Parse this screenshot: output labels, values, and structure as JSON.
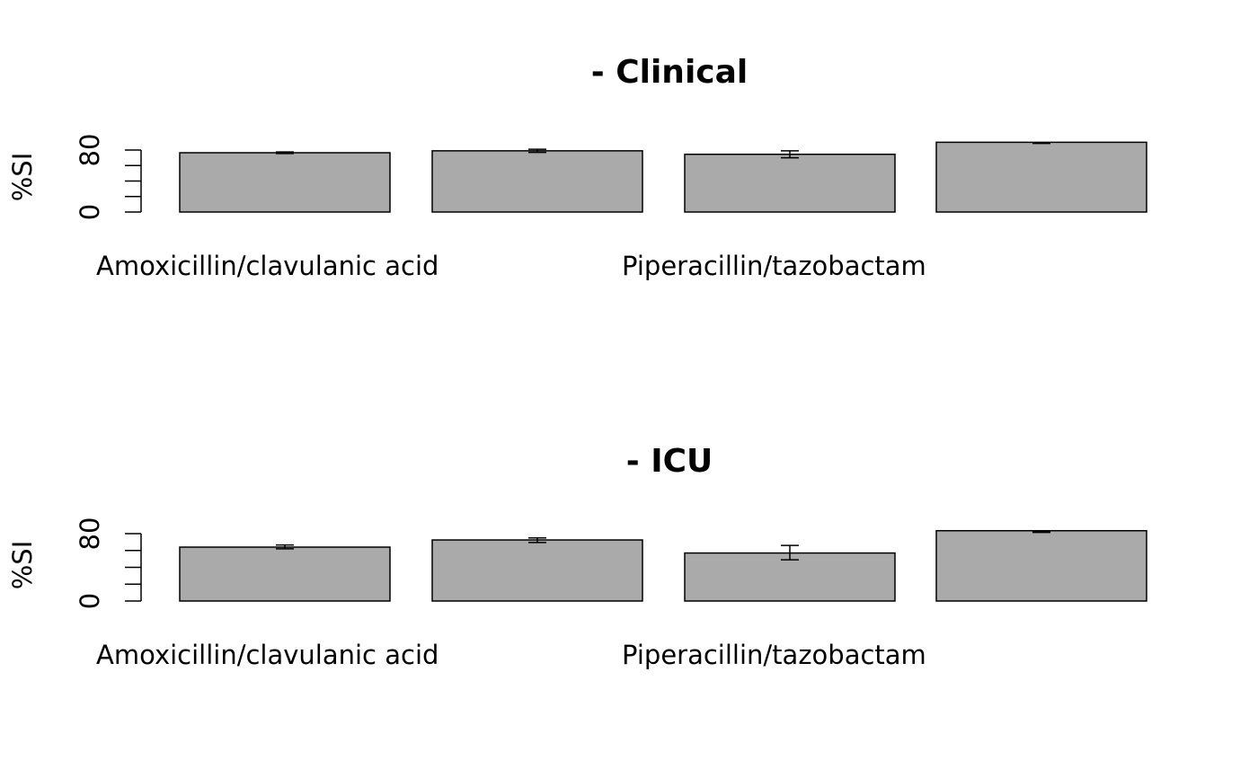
{
  "chart_data": [
    {
      "type": "bar",
      "title": "- Clinical",
      "ylabel": "%SI",
      "ylim": [
        0,
        80
      ],
      "yticks": [
        "0",
        "80"
      ],
      "categories": [
        "Amoxicillin/clavulanic acid",
        "",
        "Piperacillin/tazobactam",
        ""
      ],
      "values": [
        76.5,
        79,
        74.5,
        90
      ],
      "errors": [
        [
          75.5,
          77.5
        ],
        [
          77,
          81
        ],
        [
          70,
          79
        ],
        [
          88.5,
          89.5
        ]
      ],
      "bar_color": "#aaaaaa"
    },
    {
      "type": "bar",
      "title": "- ICU",
      "ylabel": "%SI",
      "ylim": [
        0,
        80
      ],
      "yticks": [
        "0",
        "80"
      ],
      "categories": [
        "Amoxicillin/clavulanic acid",
        "",
        "Piperacillin/tazobactam",
        ""
      ],
      "values": [
        64,
        72.5,
        57,
        83.5
      ],
      "errors": [
        [
          62,
          66.5
        ],
        [
          69.5,
          75
        ],
        [
          49,
          66
        ],
        [
          81.5,
          82.5
        ]
      ],
      "bar_color": "#aaaaaa"
    }
  ]
}
